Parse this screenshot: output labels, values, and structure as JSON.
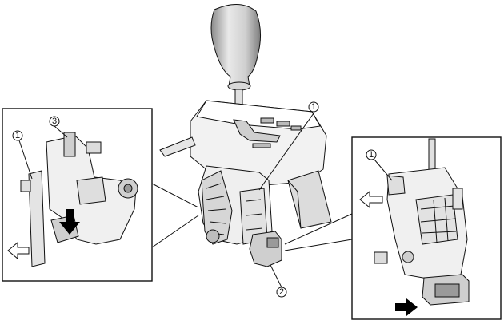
{
  "callouts": {
    "left_inset_1": "1",
    "left_inset_3": "3",
    "main_1": "1",
    "main_2": "2",
    "right_inset_1": "1"
  },
  "colors": {
    "line": "#111111",
    "fill_light": "#ffffff",
    "fill_mid": "#e8e8e8",
    "fill_dark": "#bdbdbd",
    "shade": "#9a9a9a",
    "arrow_solid": "#000000"
  },
  "icons": {
    "left_inset_arrow_down": "arrow-down-icon",
    "left_inset_arrow_left": "arrow-left-outline-icon",
    "right_inset_arrow_left": "arrow-left-outline-icon",
    "right_inset_arrow_right": "arrow-right-icon"
  }
}
